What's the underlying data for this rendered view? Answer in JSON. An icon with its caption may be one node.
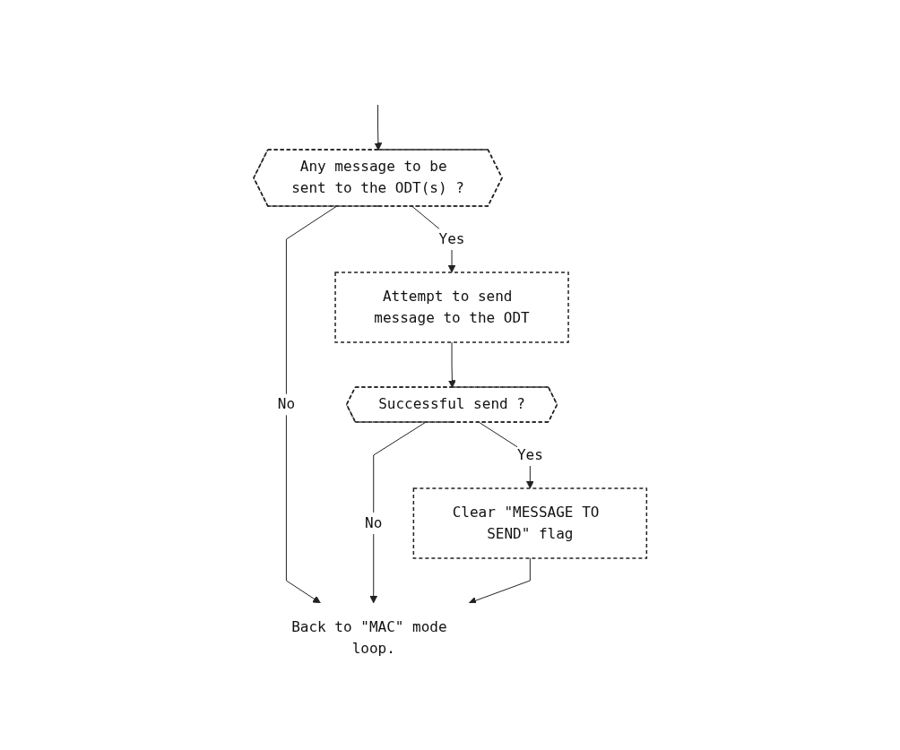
{
  "diagram": {
    "nodes": [
      {
        "text": [
          "Any message to be sent to the ODT(s) ?"
        ]
      },
      {
        "text": [
          "Attempt to send message to the ODT"
        ]
      },
      {
        "text": [
          "Successful send ?"
        ]
      },
      {
        "text": [
          "Clear \"MESSAGE TO SEND\" flag"
        ]
      },
      {
        "text": [
          "Back to \"MAC\" mode loop."
        ]
      }
    ],
    "edges": [
      {
        "from": null,
        "to": 0,
        "arrow": "to"
      },
      {
        "from": 0,
        "to": 1,
        "label": "Yes",
        "arrow": "to"
      },
      {
        "from": 1,
        "to": 2,
        "arrow": "to"
      },
      {
        "from": 2,
        "to": 3,
        "label": "Yes",
        "arrow": "to"
      },
      {
        "from": 0,
        "to": 4,
        "label": "No",
        "arrow": "to"
      },
      {
        "from": 2,
        "to": 4,
        "label": "No",
        "arrow": "to"
      },
      {
        "from": 3,
        "to": 4,
        "arrow": "to"
      }
    ]
  }
}
